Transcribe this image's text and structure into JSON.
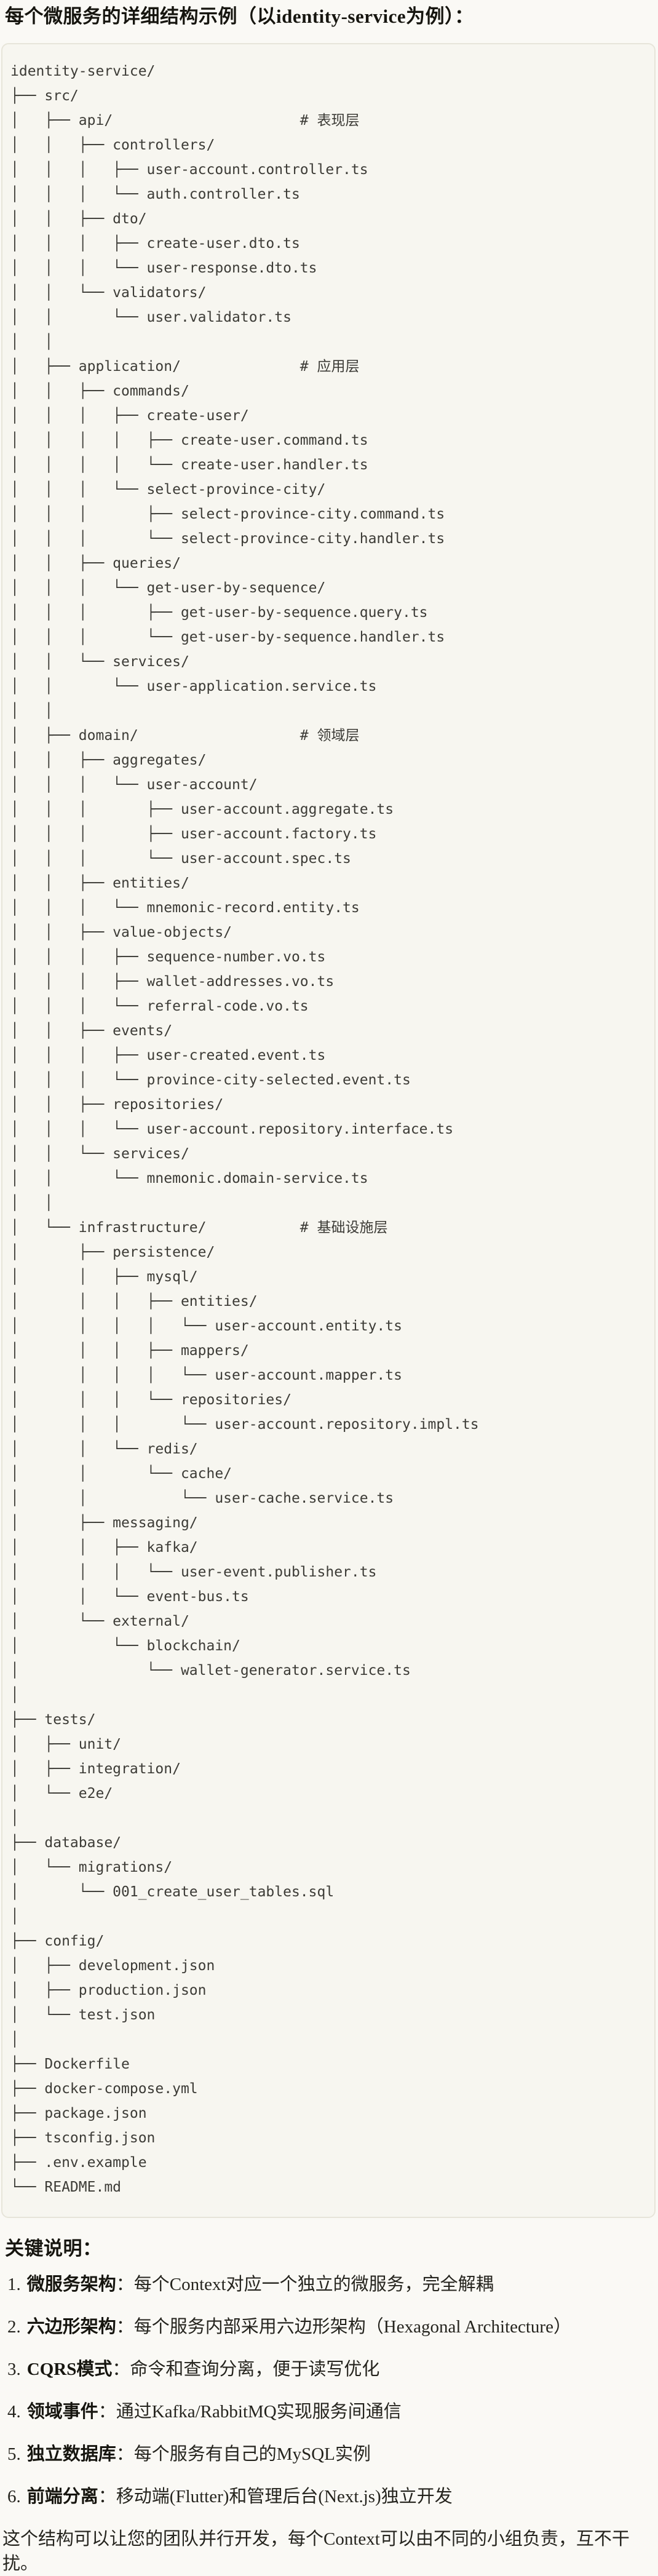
{
  "header": {
    "title": "每个微服务的详细结构示例（以identity-service为例）："
  },
  "code_block": {
    "tree": "identity-service/\n├── src/\n│   ├── api/                      # 表现层\n│   │   ├── controllers/\n│   │   │   ├── user-account.controller.ts\n│   │   │   └── auth.controller.ts\n│   │   ├── dto/\n│   │   │   ├── create-user.dto.ts\n│   │   │   └── user-response.dto.ts\n│   │   └── validators/\n│   │       └── user.validator.ts\n│   │\n│   ├── application/              # 应用层\n│   │   ├── commands/\n│   │   │   ├── create-user/\n│   │   │   │   ├── create-user.command.ts\n│   │   │   │   └── create-user.handler.ts\n│   │   │   └── select-province-city/\n│   │   │       ├── select-province-city.command.ts\n│   │   │       └── select-province-city.handler.ts\n│   │   ├── queries/\n│   │   │   └── get-user-by-sequence/\n│   │   │       ├── get-user-by-sequence.query.ts\n│   │   │       └── get-user-by-sequence.handler.ts\n│   │   └── services/\n│   │       └── user-application.service.ts\n│   │\n│   ├── domain/                   # 领域层\n│   │   ├── aggregates/\n│   │   │   └── user-account/\n│   │   │       ├── user-account.aggregate.ts\n│   │   │       ├── user-account.factory.ts\n│   │   │       └── user-account.spec.ts\n│   │   ├── entities/\n│   │   │   └── mnemonic-record.entity.ts\n│   │   ├── value-objects/\n│   │   │   ├── sequence-number.vo.ts\n│   │   │   ├── wallet-addresses.vo.ts\n│   │   │   └── referral-code.vo.ts\n│   │   ├── events/\n│   │   │   ├── user-created.event.ts\n│   │   │   └── province-city-selected.event.ts\n│   │   ├── repositories/\n│   │   │   └── user-account.repository.interface.ts\n│   │   └── services/\n│   │       └── mnemonic.domain-service.ts\n│   │\n│   └── infrastructure/           # 基础设施层\n│       ├── persistence/\n│       │   ├── mysql/\n│       │   │   ├── entities/\n│       │   │   │   └── user-account.entity.ts\n│       │   │   ├── mappers/\n│       │   │   │   └── user-account.mapper.ts\n│       │   │   └── repositories/\n│       │   │       └── user-account.repository.impl.ts\n│       │   └── redis/\n│       │       └── cache/\n│       │           └── user-cache.service.ts\n│       ├── messaging/\n│       │   ├── kafka/\n│       │   │   └── user-event.publisher.ts\n│       │   └── event-bus.ts\n│       └── external/\n│           └── blockchain/\n│               └── wallet-generator.service.ts\n│\n├── tests/\n│   ├── unit/\n│   ├── integration/\n│   └── e2e/\n│\n├── database/\n│   └── migrations/\n│       └── 001_create_user_tables.sql\n│\n├── config/\n│   ├── development.json\n│   ├── production.json\n│   └── test.json\n│\n├── Dockerfile\n├── docker-compose.yml\n├── package.json\n├── tsconfig.json\n├── .env.example\n└── README.md"
  },
  "notes": {
    "heading": "关键说明：",
    "items": [
      {
        "num": "1.",
        "term": "微服务架构",
        "colon": "：",
        "desc": "每个Context对应一个独立的微服务，完全解耦"
      },
      {
        "num": "2.",
        "term": "六边形架构",
        "colon": "：",
        "desc": "每个服务内部采用六边形架构（Hexagonal Architecture）"
      },
      {
        "num": "3.",
        "term": "CQRS模式",
        "colon": "：",
        "desc": "命令和查询分离，便于读写优化"
      },
      {
        "num": "4.",
        "term": "领域事件",
        "colon": "：",
        "desc": "通过Kafka/RabbitMQ实现服务间通信"
      },
      {
        "num": "5.",
        "term": "独立数据库",
        "colon": "：",
        "desc": "每个服务有自己的MySQL实例"
      },
      {
        "num": "6.",
        "term": "前端分离",
        "colon": "：",
        "desc": "移动端(Flutter)和管理后台(Next.js)独立开发"
      }
    ],
    "footer": "这个结构可以让您的团队并行开发，每个Context可以由不同的小组负责，互不干扰。"
  }
}
